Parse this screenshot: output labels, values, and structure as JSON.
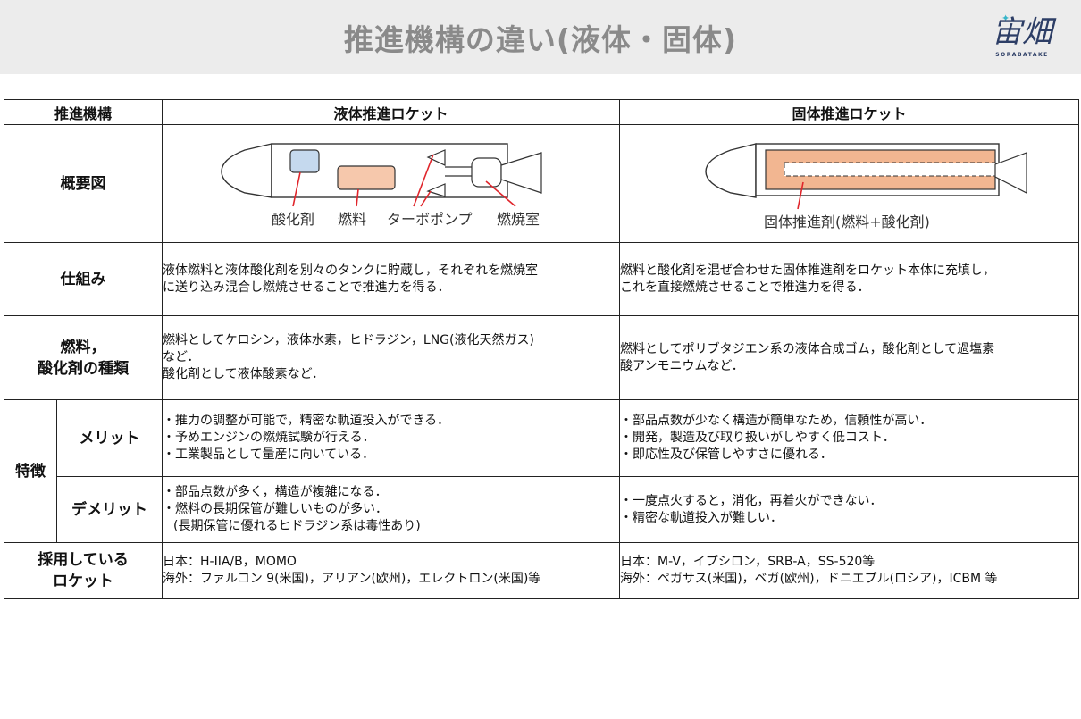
{
  "header": {
    "title": "推進機構の違い(液体・固体)",
    "logo_text": "宙畑",
    "logo_sub": "SORABATAKE"
  },
  "table": {
    "columns": [
      "推進機構",
      "液体推進ロケット",
      "固体推進ロケット"
    ],
    "diagram_row": {
      "label": "概要図",
      "liquid_labels": [
        "酸化剤",
        "燃料",
        "ターボポンプ",
        "燃焼室"
      ],
      "solid_label": "固体推進剤(燃料+酸化剤)"
    },
    "mechanism": {
      "label": "仕組み",
      "liquid": [
        "液体燃料と液体酸化剤を別々のタンクに貯蔵し，それぞれを燃焼室",
        "に送り込み混合し燃焼させることで推進力を得る．"
      ],
      "solid": [
        "燃料と酸化剤を混ぜ合わせた固体推進剤をロケット本体に充填し，",
        "これを直接燃焼させることで推進力を得る．"
      ]
    },
    "propellant": {
      "label_line1": "燃料，",
      "label_line2": "酸化剤の種類",
      "liquid": [
        "燃料としてケロシン，液体水素，ヒドラジン，LNG(液化天然ガス)",
        "など．",
        "酸化剤として液体酸素など．"
      ],
      "solid": [
        "燃料としてポリブタジエン系の液体合成ゴム，酸化剤として過塩素",
        "酸アンモニウムなど．"
      ]
    },
    "features": {
      "label": "特徴",
      "merit": {
        "label": "メリット",
        "liquid": [
          "・推力の調整が可能で，精密な軌道投入ができる．",
          "・予めエンジンの燃焼試験が行える．",
          "・工業製品として量産に向いている．"
        ],
        "solid": [
          "・部品点数が少なく構造が簡単なため，信頼性が高い．",
          "・開発，製造及び取り扱いがしやすく低コスト．",
          "・即応性及び保管しやすさに優れる．"
        ]
      },
      "demerit": {
        "label": "デメリット",
        "liquid": [
          "・部品点数が多く，構造が複雑になる．",
          "・燃料の長期保管が難しいものが多い．",
          "(長期保管に優れるヒドラジン系は毒性あり)"
        ],
        "solid": [
          "・一度点火すると，消化，再着火ができない．",
          "・精密な軌道投入が難しい．"
        ]
      }
    },
    "rockets": {
      "label_line1": "採用している",
      "label_line2": "ロケット",
      "liquid": [
        "日本：H-IIA/B，MOMO",
        "海外：ファルコン 9(米国)，アリアン(欧州)，エレクトロン(米国)等"
      ],
      "solid": [
        "日本：M-V，イプシロン，SRB-A，SS-520等",
        "海外：ペガサス(米国)，ベガ(欧州)，ドニエプル(ロシア)，ICBM 等"
      ]
    }
  },
  "colors": {
    "header_bg": "#ececec",
    "title": "#8a8a8a",
    "oxidizer_tank": "#c5d9ee",
    "fuel_tank": "#f6c8ac",
    "solid_propellant": "#f2b691",
    "pointer": "#e0252b",
    "logo": "#2d3e66"
  }
}
